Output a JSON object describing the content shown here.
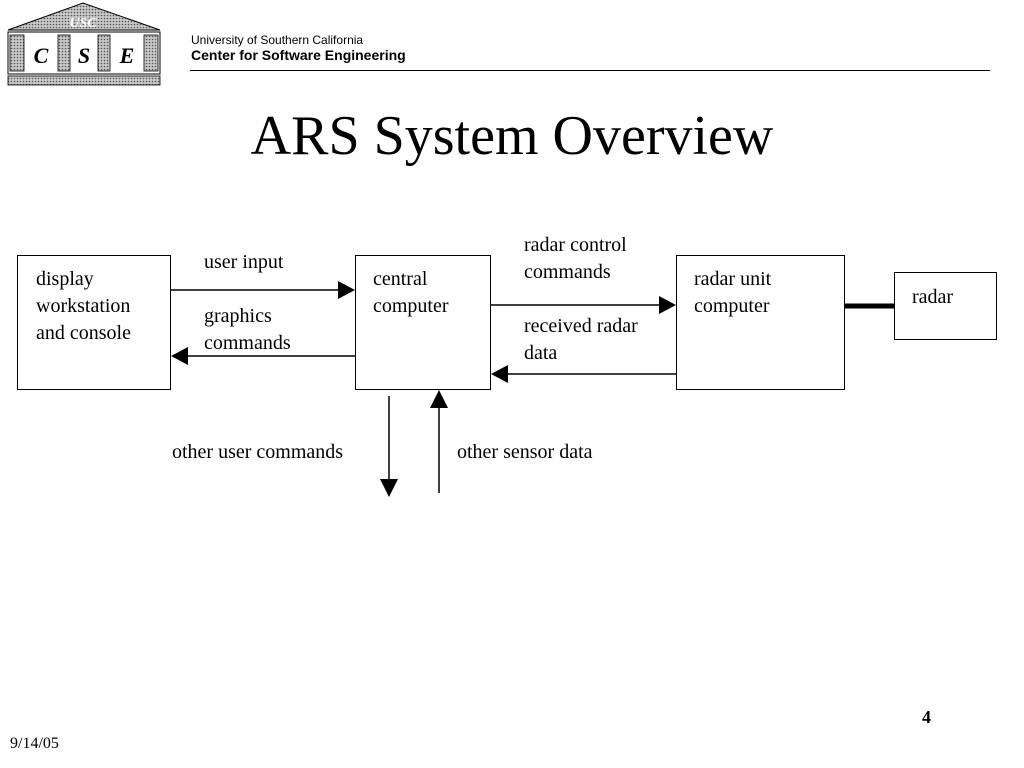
{
  "header": {
    "logo": {
      "top_text": "USC",
      "letters": [
        "C",
        "S",
        "E"
      ]
    },
    "university": "University of Southern California",
    "center": "Center for Software  Engineering"
  },
  "slide": {
    "title": "ARS System Overview"
  },
  "diagram": {
    "nodes": {
      "display": [
        "display",
        "workstation",
        "and console"
      ],
      "central": [
        "central",
        "computer"
      ],
      "radar_unit": [
        "radar unit",
        "computer"
      ],
      "radar": [
        "radar"
      ]
    },
    "edge_labels": {
      "user_input": [
        "user input"
      ],
      "graphics_commands": [
        "graphics",
        "commands"
      ],
      "radar_control_commands": [
        "radar control",
        "commands"
      ],
      "received_radar_data": [
        "received radar",
        "data"
      ],
      "other_user_commands": [
        "other user commands"
      ],
      "other_sensor_data": [
        "other sensor data"
      ]
    }
  },
  "footer": {
    "page_number": "4",
    "date": "9/14/05"
  }
}
